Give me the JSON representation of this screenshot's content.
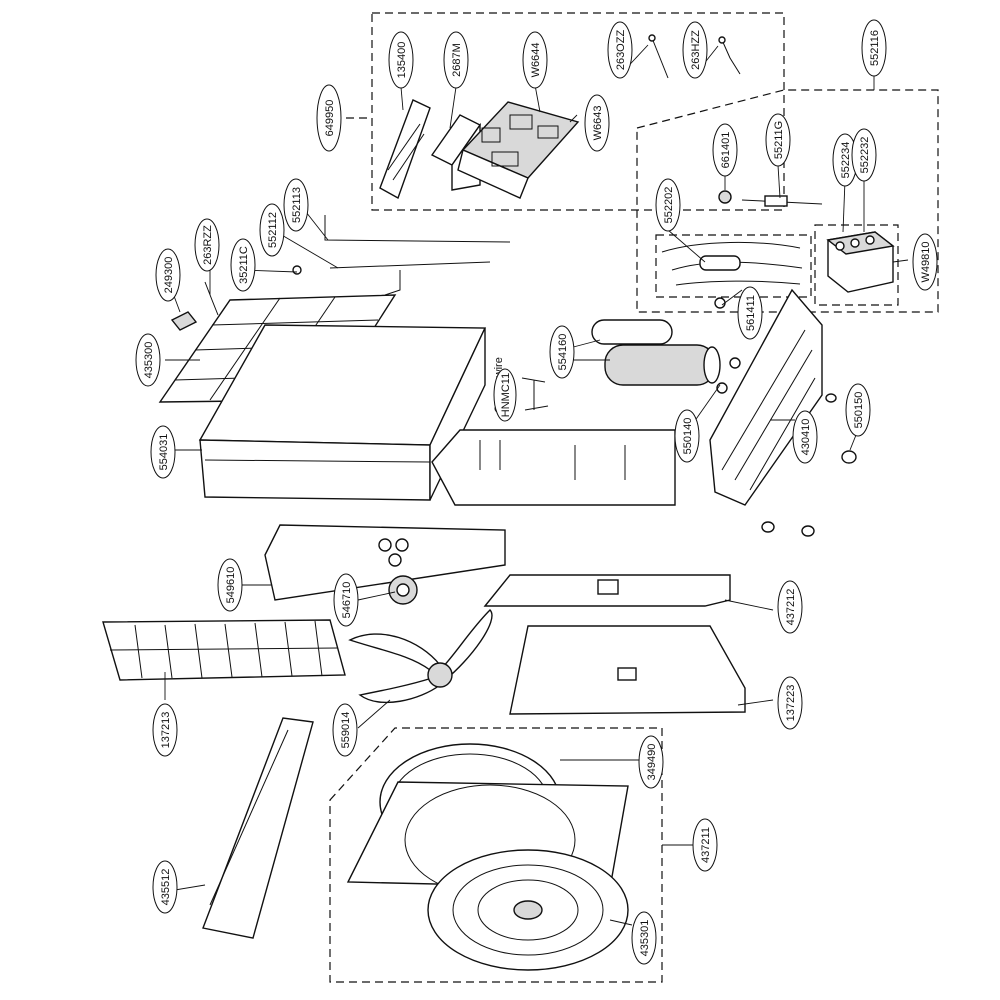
{
  "diagram": {
    "labels": {
      "p649950": "649950",
      "p135400": "135400",
      "p2687M": "2687M",
      "pW6644": "W6644",
      "pW6643": "W6643",
      "p263OZZ": "263OZZ",
      "p263HZZ": "263HZZ",
      "p552116": "552116",
      "p661401": "661401",
      "p55211G": "55211G",
      "p552234": "552234",
      "p552232": "552232",
      "p552202": "552202",
      "pW49810": "W49810",
      "p561411": "561411",
      "p554160": "554160",
      "pCompWire": "Comp. wire",
      "pHNMC11": "HNMC11",
      "p550140": "550140",
      "p430410": "430410",
      "p550150": "550150",
      "p552113": "552113",
      "p552112": "552112",
      "p35211C": "35211C",
      "p263RZZ": "263RZZ",
      "p249300": "249300",
      "p435300": "435300",
      "p554031": "554031",
      "p549610": "549610",
      "p546710": "546710",
      "p437212": "437212",
      "p137223": "137223",
      "p137213": "137213",
      "p559014": "559014",
      "p349490": "349490",
      "p437211": "437211",
      "p435512": "435512",
      "p435301": "435301"
    }
  }
}
